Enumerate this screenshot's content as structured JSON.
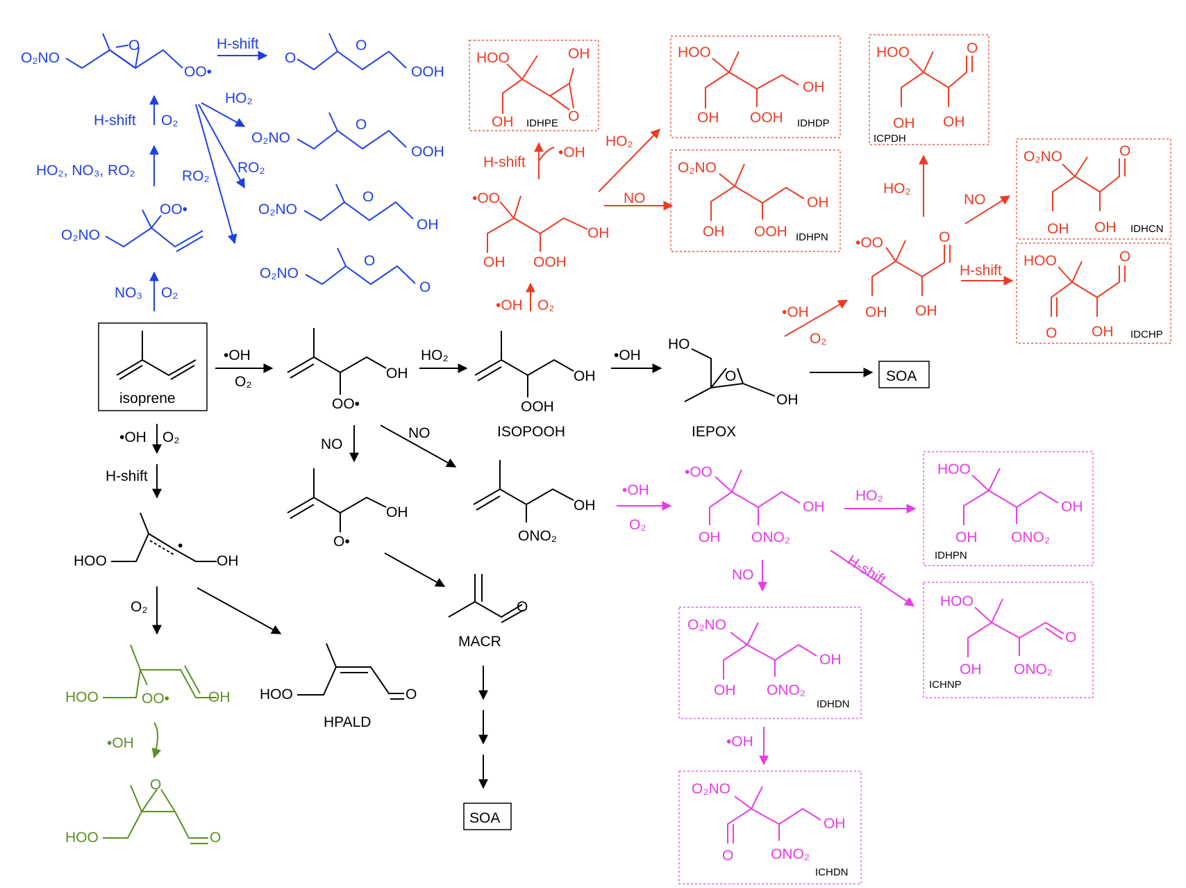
{
  "colors": {
    "black": "#000000",
    "blue": "#1f3fe6",
    "red": "#ec3b25",
    "magenta": "#e63ce6",
    "green": "#5a8f22"
  },
  "compounds": {
    "isoprene": "isoprene",
    "isopooh": "ISOPOOH",
    "iepox": "IEPOX",
    "hpald": "HPALD",
    "macr": "MACR",
    "soa": "SOA",
    "idhpe": "IDHPE",
    "idhdp": "IDHDP",
    "icpdh": "ICPDH",
    "idhcn": "IDHCN",
    "idhpn": "IDHPN",
    "idchp": "IDCHP",
    "idhdn": "IDHDN",
    "ichnp": "ICHNP",
    "ichdn": "ICHDN"
  },
  "groups": {
    "oh": "OH",
    "ooh": "OOH",
    "hoo": "HOO",
    "ho": "HO",
    "oo_radical": "OO•",
    "oo_radical_left": "•OO",
    "o_radical": "O•",
    "o": "O",
    "o2no": "O₂NO",
    "ono2": "ONO₂"
  },
  "reagents": {
    "oh_radical": "•OH",
    "oh_radical_alt": "•OH",
    "o2": "O₂",
    "no": "NO",
    "ho2": "HO₂",
    "no3": "NO₃",
    "ro2": "RO₂",
    "hshift": "H-shift",
    "ho2_no3_ro2": "HO₂, NO₃, RO₂"
  }
}
